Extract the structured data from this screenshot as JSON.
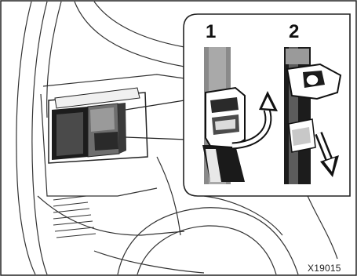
{
  "figure": {
    "step_labels": [
      "1",
      "2"
    ],
    "reference_code": "X19015"
  }
}
